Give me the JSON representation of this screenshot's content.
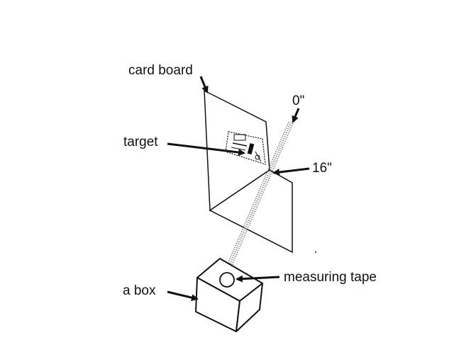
{
  "labels": {
    "cardboard": "card board",
    "target": "target",
    "zero": "0\"",
    "sixteen": "16\"",
    "measuring_tape": "measuring tape",
    "box": "a box"
  },
  "colors": {
    "line": "#111111",
    "background": "#ffffff",
    "tape_hatch": "#666666"
  }
}
